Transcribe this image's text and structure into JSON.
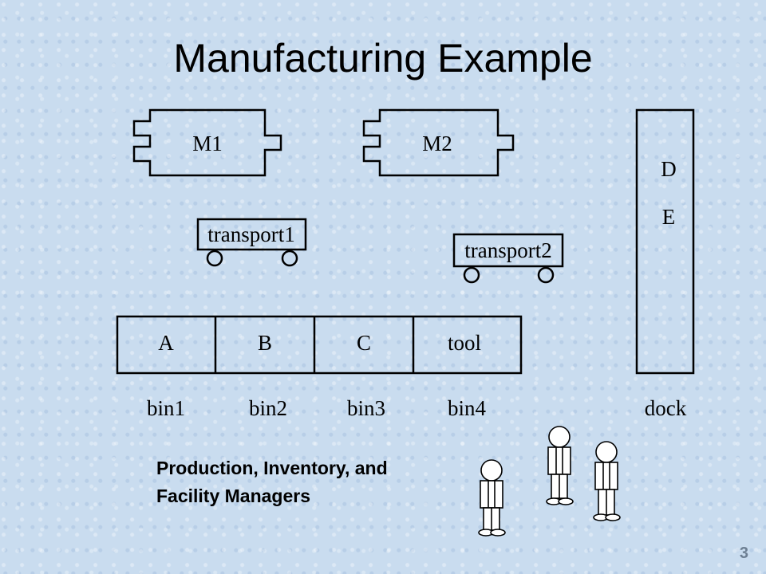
{
  "slide": {
    "title": "Manufacturing Example",
    "page_number": "3"
  },
  "machines": [
    {
      "label": "M1"
    },
    {
      "label": "M2"
    }
  ],
  "transports": [
    {
      "label": "transport1"
    },
    {
      "label": "transport2"
    }
  ],
  "bins": [
    {
      "content": "A",
      "label": "bin1"
    },
    {
      "content": "B",
      "label": "bin2"
    },
    {
      "content": "C",
      "label": "bin3"
    },
    {
      "content": "tool",
      "label": "bin4"
    }
  ],
  "dock": {
    "contents": [
      "D",
      "E"
    ],
    "label": "dock"
  },
  "caption": {
    "line1": "Production, Inventory, and",
    "line2": "Facility Managers"
  }
}
